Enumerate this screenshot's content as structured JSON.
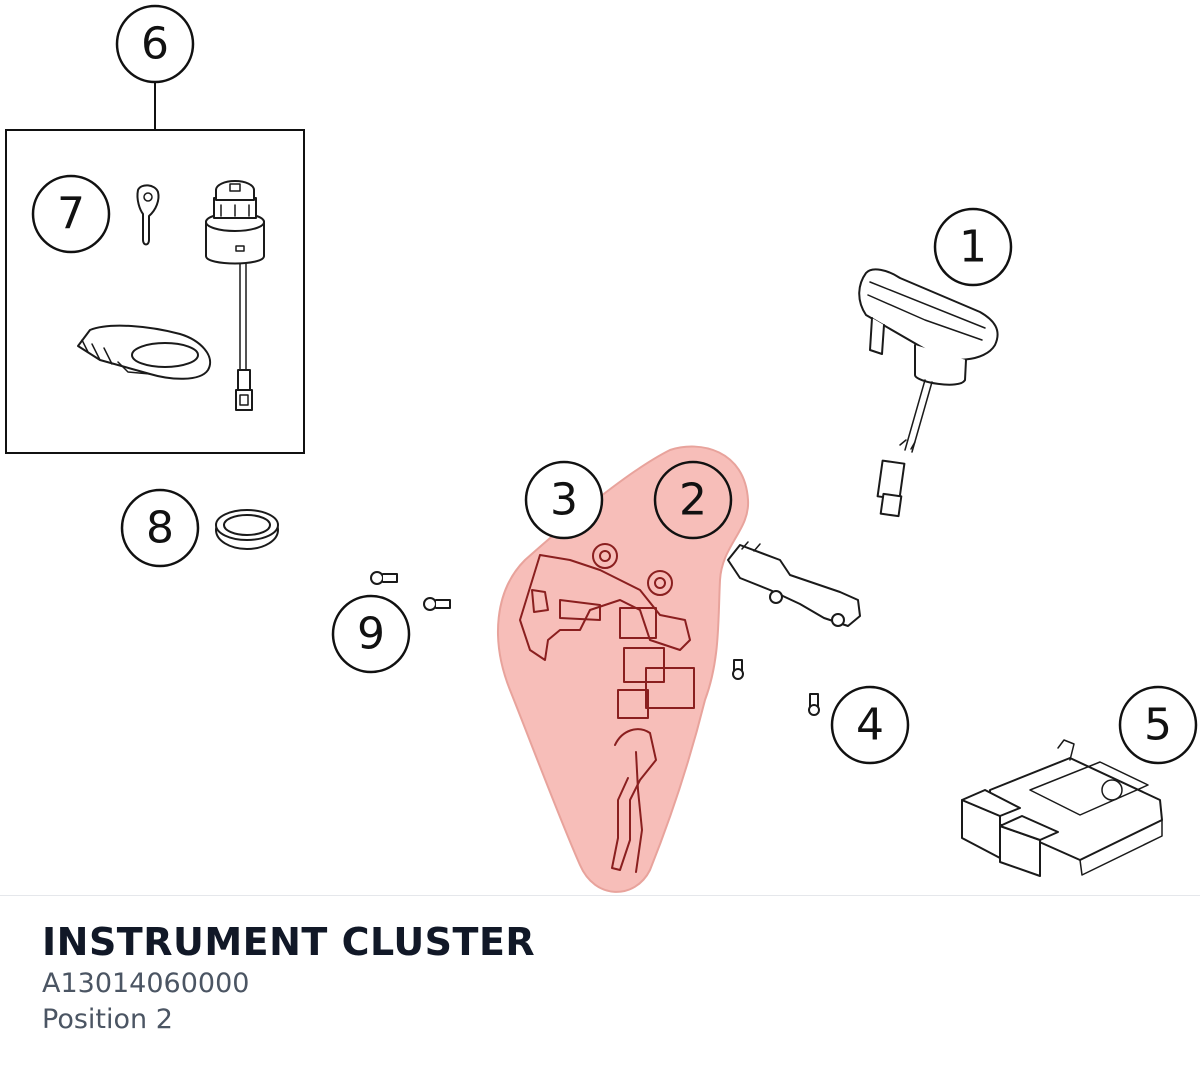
{
  "caption": {
    "title": "INSTRUMENT CLUSTER",
    "part_number": "A13014060000",
    "position_label": "Position 2"
  },
  "callouts": [
    {
      "id": "1",
      "label": "1",
      "highlighted": false
    },
    {
      "id": "2",
      "label": "2",
      "highlighted": true
    },
    {
      "id": "3",
      "label": "3",
      "highlighted": false
    },
    {
      "id": "4",
      "label": "4",
      "highlighted": false
    },
    {
      "id": "5",
      "label": "5",
      "highlighted": false
    },
    {
      "id": "6",
      "label": "6",
      "highlighted": false
    },
    {
      "id": "7",
      "label": "7",
      "highlighted": false
    },
    {
      "id": "8",
      "label": "8",
      "highlighted": false
    },
    {
      "id": "9",
      "label": "9",
      "highlighted": false
    }
  ],
  "colors": {
    "highlight_fill": "#f6b3ad",
    "highlight_stroke": "#e8a39c",
    "line": "#111111",
    "title": "#111827",
    "subtitle": "#4b5563"
  },
  "icons": {
    "part-1": "instrument-cluster-dash-icon",
    "part-2": "wiring-harness-icon",
    "part-4": "bracket-bolts-icon",
    "part-5": "ecu-control-unit-icon",
    "part-7": "ignition-key-icon",
    "part-8": "seal-ring-icon",
    "part-9": "screws-icon"
  }
}
